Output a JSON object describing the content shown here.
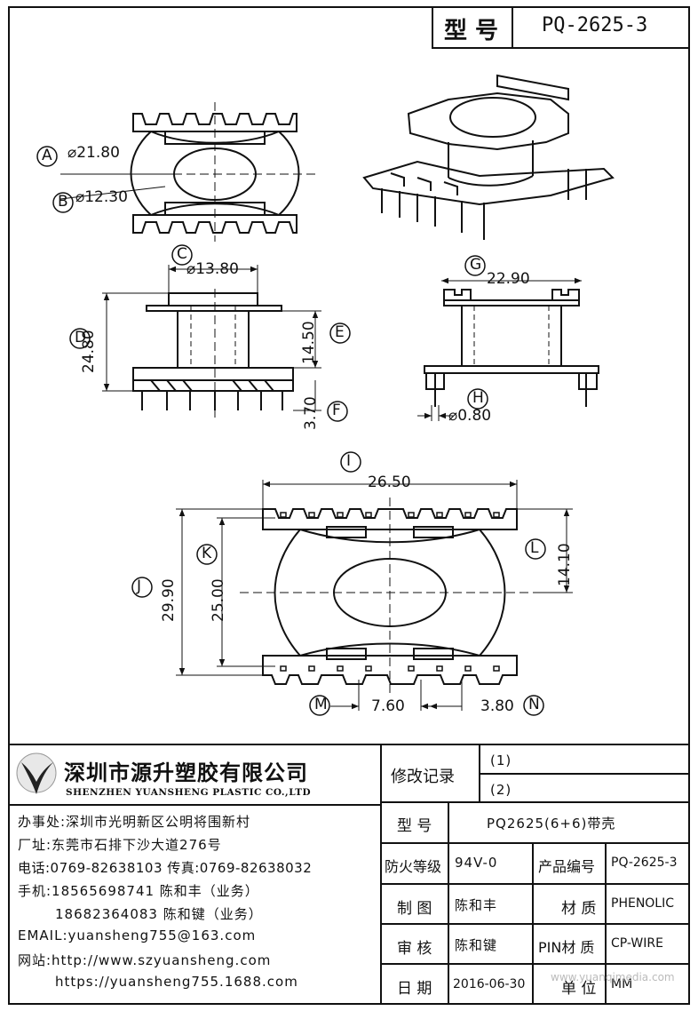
{
  "header": {
    "model_label": "型 号",
    "model_code": "PQ-2625-3"
  },
  "dims": {
    "A": {
      "letter": "A",
      "value": "⌀21.80"
    },
    "B": {
      "letter": "B",
      "value": "⌀12.30"
    },
    "C": {
      "letter": "C",
      "value": "⌀13.80"
    },
    "D": {
      "letter": "D",
      "value": "24.80"
    },
    "E": {
      "letter": "E",
      "value": "14.50"
    },
    "F": {
      "letter": "F",
      "value": "3.70"
    },
    "G": {
      "letter": "G",
      "value": "22.90"
    },
    "H": {
      "letter": "H",
      "value": "⌀0.80"
    },
    "I": {
      "letter": "I",
      "value": "26.50"
    },
    "J": {
      "letter": "J",
      "value": "29.90"
    },
    "K": {
      "letter": "K",
      "value": "25.00"
    },
    "L": {
      "letter": "L",
      "value": "14.10"
    },
    "M": {
      "letter": "M",
      "value": "7.60"
    },
    "N": {
      "letter": "N",
      "value": "3.80"
    }
  },
  "company": {
    "name_cn": "深圳市源升塑胶有限公司",
    "name_en": "SHENZHEN YUANSHENG PLASTIC CO.,LTD",
    "office": "办事处:深圳市光明新区公明将围新村",
    "factory": "厂址:东莞市石排下沙大道276号",
    "phone": "电话:0769-82638103 传真:0769-82638032",
    "mobile1": "手机:18565698741 陈和丰（业务）",
    "mobile2": "18682364083 陈和键（业务）",
    "email": "EMAIL:yuansheng755@163.com",
    "web1": "网站:http://www.szyuansheng.com",
    "web2": "https://yuansheng755.1688.com"
  },
  "table": {
    "revision_label": "修改记录",
    "rev1": "(1)",
    "rev2": "(2)",
    "model_label": "型 号",
    "model_value": "PQ2625(6+6)带壳",
    "fire_label": "防火等级",
    "fire_value": "94V-0",
    "product_no_label": "产品编号",
    "product_no_value": "PQ-2625-3",
    "drawn_label": "制 图",
    "drawn_value": "陈和丰",
    "material_label": "材 质",
    "material_value": "PHENOLIC",
    "review_label": "审 核",
    "review_value": "陈和键",
    "pin_label": "PIN材 质",
    "pin_value": "CP-WIRE",
    "date_label": "日 期",
    "date_value": "2016-06-30",
    "unit_label": "单 位",
    "unit_value": "MM"
  },
  "watermark": "www.yuanqimedia.com"
}
